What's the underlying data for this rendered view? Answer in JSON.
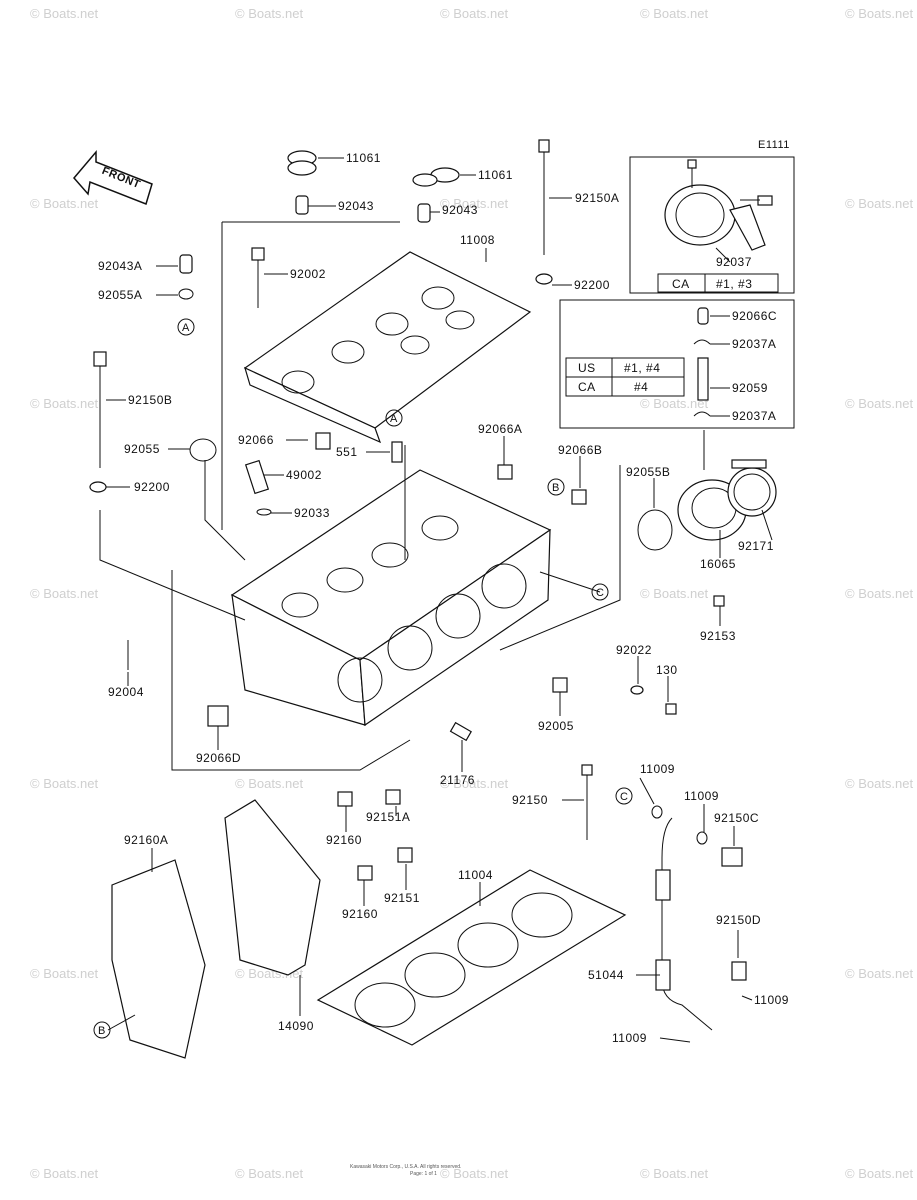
{
  "diagram_code": "E1111",
  "front_label": "FRONT",
  "watermark": "© Boats.net",
  "parts": {
    "p11061a": "11061",
    "p11061b": "11061",
    "p92043a": "92043",
    "p92043b": "92043",
    "p92150A": "92150A",
    "p11008": "11008",
    "p92043A": "92043A",
    "p92055A": "92055A",
    "p92002": "92002",
    "p92200a": "92200",
    "p92037": "92037",
    "p92066C": "92066C",
    "p92037Aa": "92037A",
    "p92059": "92059",
    "p92037Ab": "92037A",
    "p92150B": "92150B",
    "p92066": "92066",
    "p551": "551",
    "p92066A": "92066A",
    "p92066B": "92066B",
    "p92055": "92055",
    "p49002": "49002",
    "p92200b": "92200",
    "p92033": "92033",
    "p92055B": "92055B",
    "p92171": "92171",
    "p16065": "16065",
    "p92153": "92153",
    "p92022": "92022",
    "p130": "130",
    "p92004": "92004",
    "p92005": "92005",
    "p92066D": "92066D",
    "p21176": "21176",
    "p11009a": "11009",
    "p11009b": "11009",
    "p92150": "92150",
    "p92150C": "92150C",
    "p92151A": "92151A",
    "p92160A": "92160A",
    "p92160a": "92160",
    "p92151": "92151",
    "p11004": "11004",
    "p92160b": "92160",
    "p92150D": "92150D",
    "p51044": "51044",
    "p11009c": "11009",
    "p14090": "14090",
    "p11009d": "11009"
  },
  "callouts": {
    "A1": "A",
    "A2": "A",
    "B1": "B",
    "B2": "B",
    "C1": "C",
    "C2": "C"
  },
  "table1": {
    "col1": "CA",
    "col2": "#1, #3"
  },
  "table2": [
    {
      "col1": "US",
      "col2": "#1, #4"
    },
    {
      "col1": "CA",
      "col2": "#4"
    }
  ],
  "copyright_line1": "Kawasaki Motors Corp., U.S.A. All rights reserved.",
  "copyright_line2": "Page: 1 of 1"
}
